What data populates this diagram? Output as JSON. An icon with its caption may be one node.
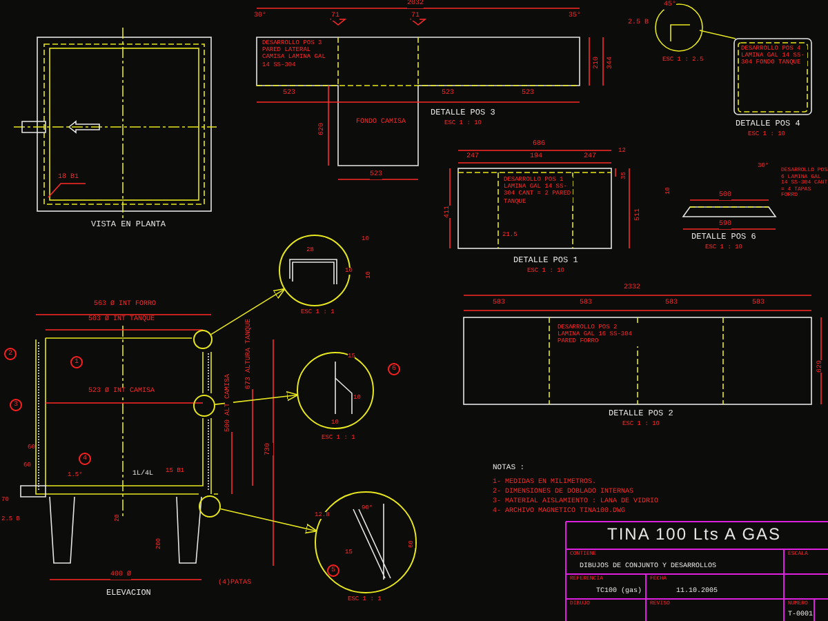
{
  "diagram": {
    "title": "TINA 100 Lts A GAS",
    "nodes": [
      {
        "text": [],
        "shape": "circle"
      },
      {
        "text": [],
        "shape": "circle",
        "beside": [
          "ESC 1 : 1"
        ]
      },
      {
        "text": [],
        "shape": "circle"
      },
      {
        "text": [],
        "shape": "circle",
        "beside": [
          "ESC 1 : 1"
        ]
      },
      {
        "text": [],
        "shape": "circle"
      },
      {
        "text": [],
        "shape": "circle",
        "beside": [
          "ESC 1 : 1"
        ]
      }
    ],
    "edges": [
      {
        "from": 0,
        "to": 1,
        "arrow": "to"
      },
      {
        "from": 2,
        "to": 3,
        "arrow": "to"
      },
      {
        "from": 4,
        "to": 5,
        "arrow": "to"
      }
    ],
    "labels": [
      "18 B1",
      "VISTA EN PLANTA",
      "2032",
      "30°",
      "71",
      "71",
      "35°",
      "DESARROLLO POS 3 PARED LATERAL CAMISA LAMINA GAL 14 SS-304",
      "523",
      "523",
      "523",
      "620",
      "FONDO CAMISA",
      "523",
      "210",
      "344",
      "DETALLE POS 3",
      "ESC 1 : 10",
      "45°",
      "2.5 B",
      "ESC 1 : 2.5",
      "DESARROLLO POS 4 LAMINA GAL 14 SS-304 FONDO TANQUE",
      "DETALLE POS 4",
      "ESC 1 : 10",
      "686",
      "247",
      "194",
      "247",
      "12",
      "411",
      "35",
      "511",
      "DESARROLLO POS 1 LAMINA GAL 14 SS-304 CANT = 2 PARED TANQUE",
      "21.5",
      "DETALLE POS 1",
      "ESC 1 : 10",
      "10",
      "30°",
      "500",
      "590",
      "DESARROLLO POS 6 LAMINA GAL 14 SS-304 CANT = 4 TAPAS FORRO",
      "DETALLE POS 6",
      "ESC 1 : 10",
      "2332",
      "583",
      "583",
      "583",
      "583",
      "DESARROLLO POS 2 LAMINA GAL 16 SS-304 PARED FORRO",
      "629",
      "DETALLE POS 2",
      "ESC 1 : 10",
      "563 Ø INT FORRO",
      "503 Ø INT TANQUE",
      "523 Ø INT CAMISA",
      "673 ALTURA TANQUE",
      "500 ALT CAMISA",
      "730",
      "2",
      "1",
      "3",
      "4",
      "60",
      "60",
      "1.5°",
      "1L/4L",
      "15 B1",
      "70",
      "2.5 B",
      "20",
      "200",
      "400 Ø",
      "(4)PATAS",
      "ELEVACION",
      "28",
      "10",
      "10",
      "10",
      "6",
      "15",
      "10",
      "10",
      "12.8",
      "90°",
      "60",
      "15",
      "5",
      "NOTAS :",
      "1- MEDIDAS EN MILIMETROS.",
      "2- DIMENSIONES DE DOBLADO INTERNAS",
      "3- MATERIAL AISLAMIENTO : LANA DE VIDRIO",
      "4- ARCHIVO MAGNETICO TINA100.DWG",
      "CONTIENE",
      "DIBUJOS DE CONJUNTO Y DESARROLLOS",
      "ESCALA",
      "REFERENCIA",
      "TC100 (gas)",
      "FECHA",
      "11.10.2005",
      "DIBUJO",
      "REVISO",
      "NUMERO",
      "T-0001"
    ]
  }
}
